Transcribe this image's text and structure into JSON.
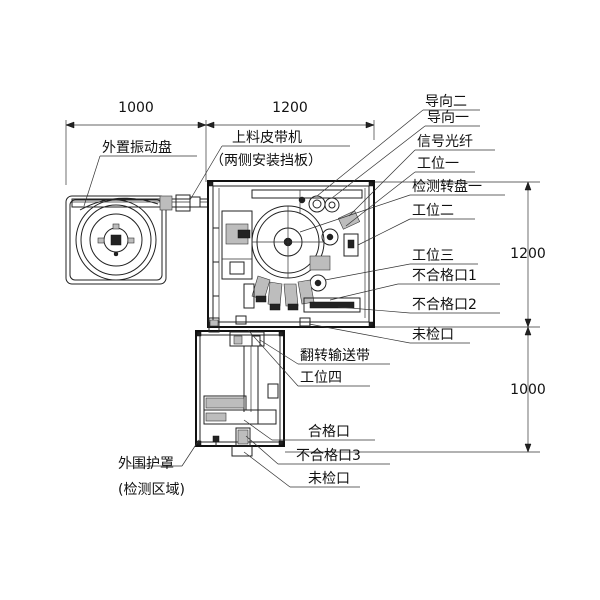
{
  "dimensions": {
    "top_left": "1000",
    "top_right": "1200",
    "right_upper": "1200",
    "right_lower": "1000"
  },
  "labels": {
    "guide_2": "导向二",
    "guide_1": "导向一",
    "signal_fiber": "信号光纤",
    "station_1": "工位一",
    "inspection_turntable_1": "检测转盘一",
    "station_2": "工位二",
    "station_3": "工位三",
    "reject_port_1": "不合格口1",
    "reject_port_2": "不合格口2",
    "uninspected_port_right": "未检口",
    "flip_conveyor": "翻转输送带",
    "station_4": "工位四",
    "pass_port": "合格口",
    "reject_port_3": "不合格口3",
    "uninspected_port_bottom": "未检口",
    "external_vibratory_bowl": "外置振动盘",
    "feed_belt_line1": "上料皮带机",
    "feed_belt_line2": "（两侧安装挡板）",
    "outer_cover_line1": "外围护罩",
    "outer_cover_line2": "(检测区域)"
  }
}
